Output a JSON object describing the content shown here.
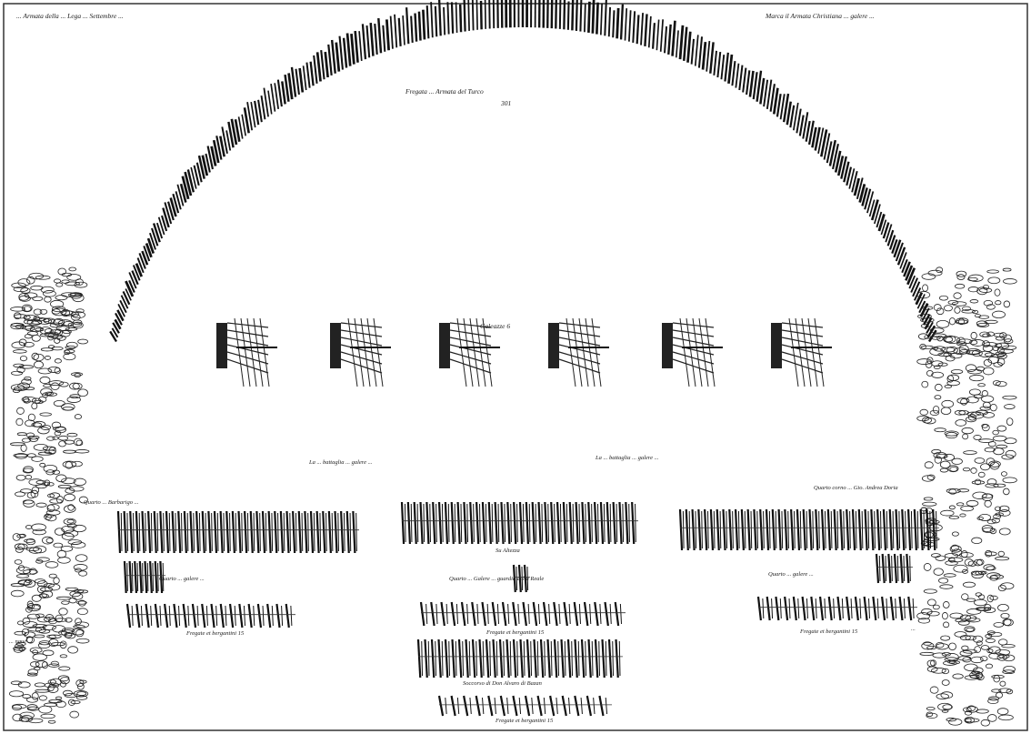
{
  "engraving": {
    "top_right_text": "Marca il Armata Christiana ... galere ... ",
    "center_arc_caption": "Fregata ... Armata del Turco",
    "center_arc_caption_num": "301",
    "galleass_label": "Galeazze 6",
    "label_su_altezza": "Su Altezza",
    "label_fregate_15_left": "Fregate et bergantini 15",
    "label_fregate_15_center": "Fregate et bergantini 15",
    "label_fregate_15_right": "Fregate et bergantini 15",
    "label_soccorso": "Soccorso di Don Alvaro di Bazan",
    "label_fregate_bottom": "Fregate et bergantini 15",
    "label_quarto_sinistro": "Quarto ... Barbarigo ...",
    "label_quarto_destro": "Quarto corno ... Gio. Andrea Doria",
    "label_quarto_galere_left": "Quarto ... galere ...",
    "label_quarto_galere_center": "Quarto ... Galere ... guardia della Reale",
    "label_quarto_galere_right": "Quarto ... galere ...",
    "label_battaglia_left": "La ... battaglia ... galere ...",
    "label_battaglia_right": "La ... battaglia ... galere ...",
    "corner_bottom_left": "... naue ... ",
    "corner_bottom_right": "... ",
    "corner_top_left": "... Armata della ... Lega ... Settembre ... "
  }
}
